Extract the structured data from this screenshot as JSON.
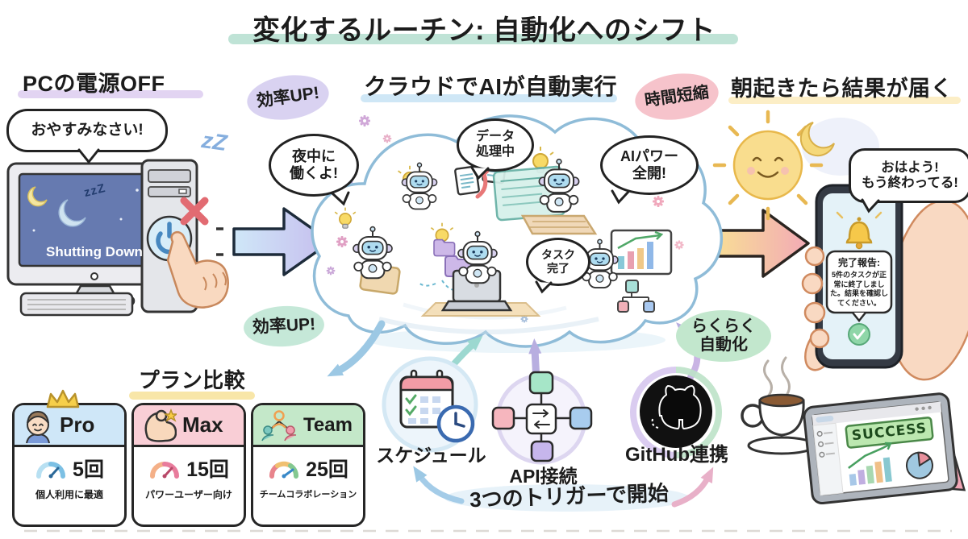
{
  "title": "変化するルーチン: 自動化へのシフト",
  "colors": {
    "title_underline": "#bfe3d6",
    "left_underline": "#e2d4f2",
    "center_underline": "#cfe7f6",
    "right_underline": "#fceec6",
    "badge_purple": "#d9d2f1",
    "badge_pink": "#f6c3cb",
    "badge_mint": "#c5e8d8",
    "badge_green": "#c2e7cd",
    "success_green": "#bce8b0"
  },
  "left": {
    "heading": "PCの電源OFF",
    "bubble": "おやすみなさい!",
    "screen_text": "Shutting Down",
    "zzz_screen": "zzZ",
    "zzz_float": "zZ"
  },
  "center": {
    "heading": "クラウドでAIが自動実行"
  },
  "right": {
    "heading": "朝起きたら結果が届く",
    "morning_bubble": "おはよう!\nもう終わってる!"
  },
  "badges": {
    "efficiency_top": "効率UP!",
    "time_saving": "時間短縮",
    "efficiency_bottom": "効率UP!",
    "easy_automation": "らくらく\n自動化"
  },
  "cloud": {
    "night_bubble": "夜中に\n働くよ!",
    "data_bubble": "データ\n処理中",
    "power_bubble": "AIパワー\n全開!",
    "task_bubble": "タスク\n完了"
  },
  "phone": {
    "report_title": "完了報告:",
    "report_body": "5件のタスクが正常に終了しました。結果を確認してください。"
  },
  "plans": {
    "heading": "プラン比較",
    "cards": [
      {
        "name": "Pro",
        "count": "5回",
        "desc": "個人利用に最適"
      },
      {
        "name": "Max",
        "count": "15回",
        "desc": "パワーユーザー向け"
      },
      {
        "name": "Team",
        "count": "25回",
        "desc": "チームコラボレーション"
      }
    ]
  },
  "triggers": {
    "schedule": "スケジュール",
    "api": "API接続",
    "github": "GitHub連携",
    "caption": "3つのトリガーで開始"
  },
  "tablet": {
    "banner": "SUCCESS"
  }
}
